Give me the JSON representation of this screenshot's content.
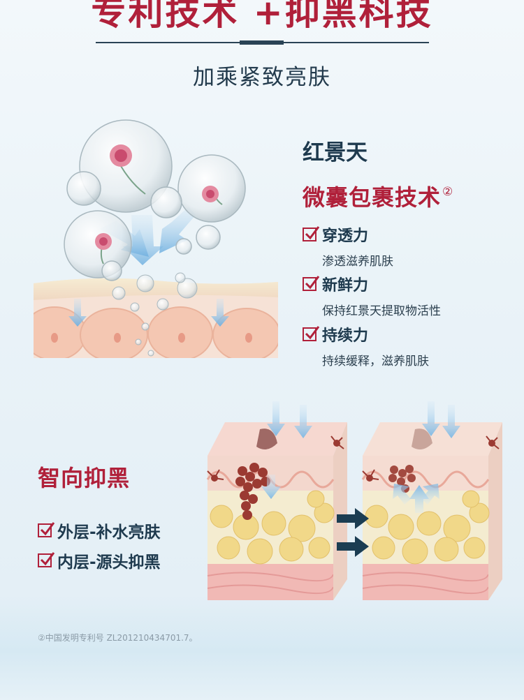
{
  "header": {
    "title": "专利技术 +抑黑科技",
    "subtitle": "加乘紧致亮肤"
  },
  "section1": {
    "ingredient": "红景天",
    "tech_title": "微囊包裹技术",
    "tech_sup": "②",
    "features": [
      {
        "title": "穿透力",
        "desc": "渗透滋养肌肤"
      },
      {
        "title": "新鲜力",
        "desc": "保持红景天提取物活性"
      },
      {
        "title": "持续力",
        "desc": "持续缓释，滋养肌肤"
      }
    ]
  },
  "section2": {
    "title": "智向抑黑",
    "items": [
      {
        "label": "外层-补水亮肤"
      },
      {
        "label": "内层-源头抑黑"
      }
    ]
  },
  "footnote": "②中国发明专利号 ZL201210434701.7。",
  "colors": {
    "accent_red": "#b0203a",
    "navy": "#1e3a4e",
    "arrow_blue": "#1b3d52"
  },
  "icons": {
    "check": "checkbox-checked-icon",
    "arrow": "arrow-right-icon"
  }
}
